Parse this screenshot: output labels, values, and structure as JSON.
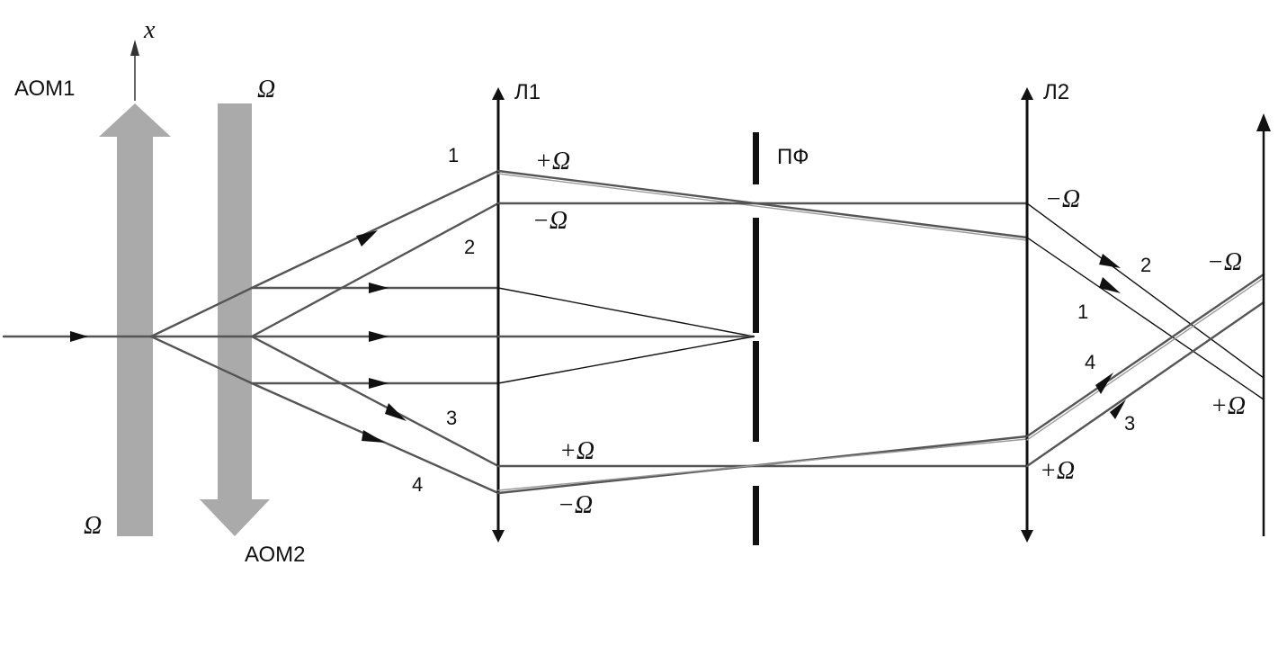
{
  "labels": {
    "axis_x": "x",
    "aom1": "АОМ1",
    "aom2": "АОМ2",
    "omega_aom1": "Ω",
    "omega_aom2": "Ω",
    "lens1": "Л1",
    "lens2": "Л2",
    "filter": "ПФ"
  },
  "beam_numbers_left": [
    "1",
    "2",
    "3",
    "4"
  ],
  "beam_numbers_right": [
    "2",
    "1",
    "4",
    "3"
  ],
  "freq_labels": {
    "l1_top_plus": "+Ω",
    "l1_top_minus": "−Ω",
    "l1_bottom_plus": "+Ω",
    "l1_bottom_minus": "−Ω",
    "l2_top_minus": "−Ω",
    "l2_bottom_plus": "+Ω",
    "screen_minus": "−Ω",
    "screen_plus": "+Ω"
  },
  "colors": {
    "aom_fill": "#aaaaaa",
    "ray": "#555555",
    "lens": "#111111"
  }
}
